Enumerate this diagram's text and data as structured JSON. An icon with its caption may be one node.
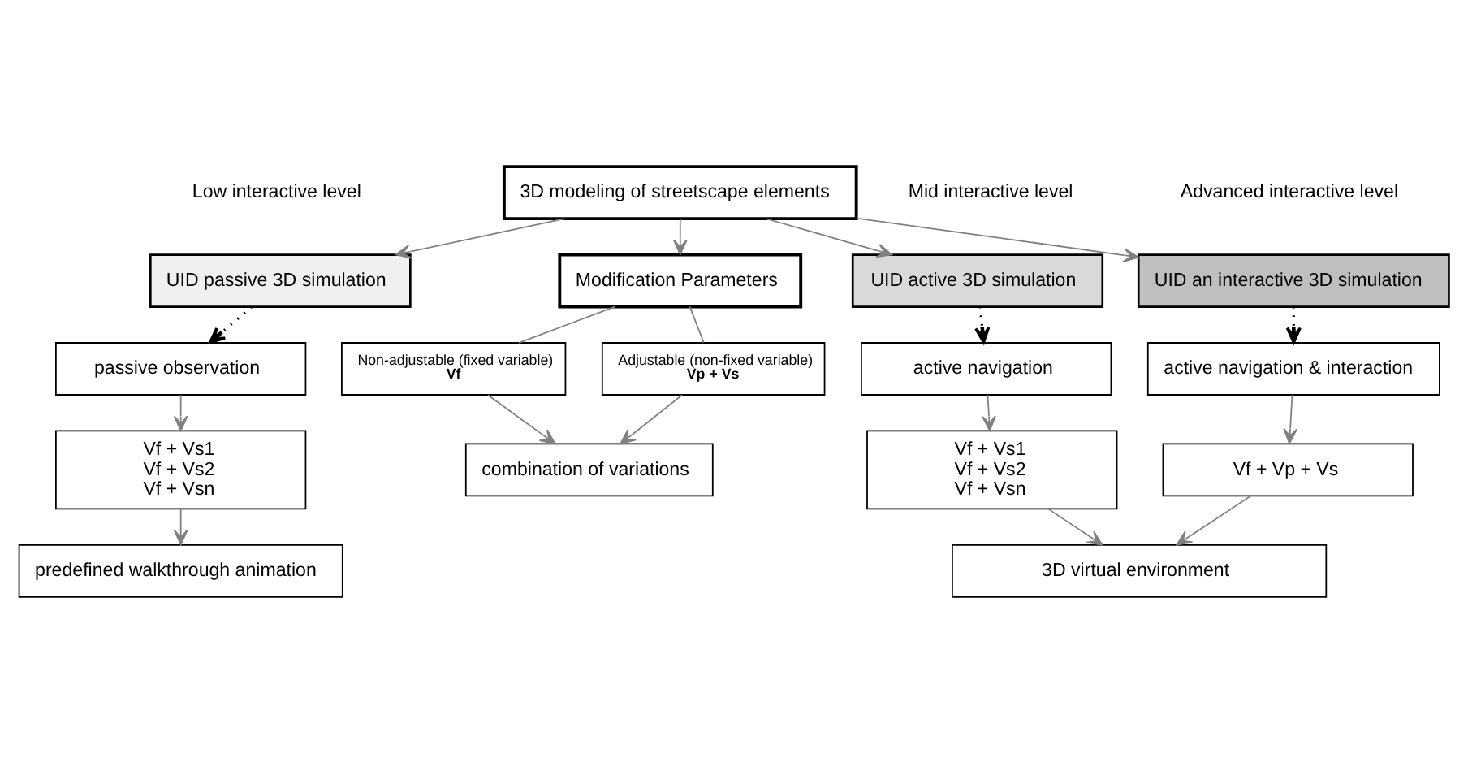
{
  "diagram": {
    "nodes": [
      {
        "text": [
          "3D modeling of streetscape elements"
        ]
      },
      {
        "text": [
          "Modification Parameters"
        ]
      },
      {
        "text": [
          "Non-adjustable (fixed variable)",
          "Vf"
        ]
      },
      {
        "text": [
          "Adjustable (non-fixed variable)",
          "Vp + Vs"
        ]
      },
      {
        "text": [
          "combination of variations"
        ]
      },
      {
        "text": [
          "UID passive 3D simulation"
        ]
      },
      {
        "text": [
          "UID active 3D simulation"
        ]
      },
      {
        "text": [
          "UID an interactive 3D simulation"
        ]
      },
      {
        "text": [
          "passive observation"
        ]
      },
      {
        "text": [
          "active navigation"
        ]
      },
      {
        "text": [
          "active navigation & interaction"
        ]
      },
      {
        "text": [
          "Vf + Vs1",
          "Vf + Vs2",
          "Vf + Vsn"
        ]
      },
      {
        "text": [
          "Vf + Vs1",
          "Vf + Vs2",
          "Vf + Vsn"
        ]
      },
      {
        "text": [
          "Vf + Vp + Vs"
        ]
      },
      {
        "text": [
          "predefined walkthrough animation"
        ]
      },
      {
        "text": [
          "3D virtual environment"
        ]
      }
    ],
    "edges": [
      {
        "from": 0,
        "to": 1,
        "arrow": "to"
      },
      {
        "from": 1,
        "to": 2,
        "arrow": "none"
      },
      {
        "from": 1,
        "to": 3,
        "arrow": "none"
      },
      {
        "from": 2,
        "to": 4,
        "arrow": "to"
      },
      {
        "from": 3,
        "to": 4,
        "arrow": "to"
      },
      {
        "from": 0,
        "to": 5,
        "arrow": "to"
      },
      {
        "from": 0,
        "to": 6,
        "arrow": "to"
      },
      {
        "from": 0,
        "to": 7,
        "arrow": "to"
      },
      {
        "from": 5,
        "to": 8,
        "arrow": "to",
        "style": "dashed",
        "color": "#000000"
      },
      {
        "from": 6,
        "to": 9,
        "arrow": "to",
        "style": "dashed",
        "color": "#000000"
      },
      {
        "from": 7,
        "to": 10,
        "arrow": "to",
        "style": "dashed",
        "color": "#000000"
      },
      {
        "from": 8,
        "to": 11,
        "arrow": "to"
      },
      {
        "from": 9,
        "to": 12,
        "arrow": "to"
      },
      {
        "from": 10,
        "to": 13,
        "arrow": "to"
      },
      {
        "from": 11,
        "to": 14,
        "arrow": "to"
      },
      {
        "from": 12,
        "to": 15,
        "arrow": "to"
      },
      {
        "from": 13,
        "to": 15,
        "arrow": "to"
      }
    ],
    "labels": [
      "Low interactive level",
      "Mid interactive level",
      "Advanced interactive level"
    ]
  }
}
